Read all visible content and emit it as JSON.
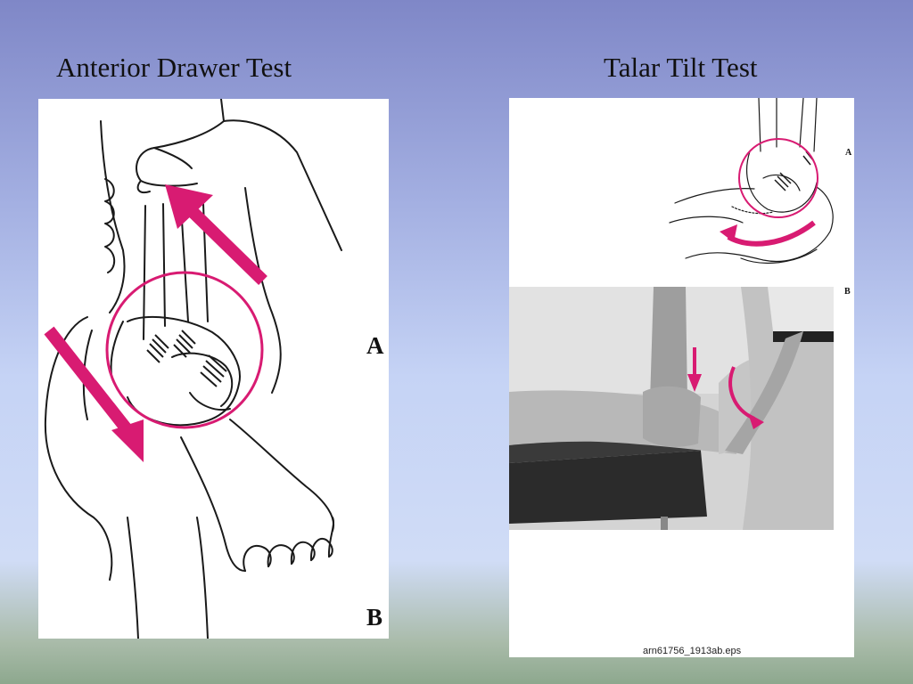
{
  "slide": {
    "left_heading": "Anterior Drawer Test",
    "right_heading": "Talar Tilt Test"
  },
  "left_figure": {
    "label_a": "A",
    "label_b": "B",
    "accent_color": "#d81b72"
  },
  "right_figure": {
    "label_a": "A",
    "label_b": "B",
    "file_name": "arn61756_1913ab.eps",
    "accent_color": "#d81b72"
  }
}
